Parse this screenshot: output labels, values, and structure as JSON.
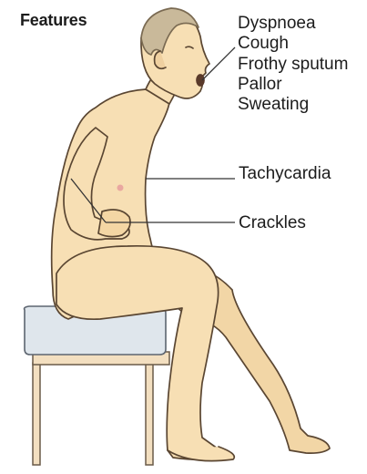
{
  "title": "Features",
  "features": [
    "Dyspnoea",
    "Cough",
    "Frothy sputum",
    "Pallor",
    "Sweating"
  ],
  "callouts": {
    "tachycardia": "Tachycardia",
    "crackles": "Crackles"
  },
  "colors": {
    "skin": "#f7dfb4",
    "skin_shadow": "#e9c38c",
    "outline": "#5a4632",
    "bench_top": "#dfe6ec",
    "bench_wood": "#f3dfc0",
    "leader": "#333333"
  }
}
